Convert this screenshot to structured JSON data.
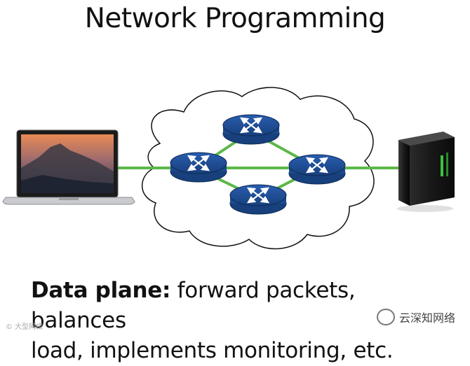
{
  "title": "Network Programming",
  "caption": {
    "lead": "Data plane:",
    "line1_rest": " forward packets, balances",
    "line2": "load, implements monitoring, etc."
  },
  "watermark": {
    "left": "© 大型网络",
    "right": "云深知网络"
  },
  "colors": {
    "link": "#5cb848",
    "router": "#234f96",
    "router_top": "#2d62b4",
    "cloud_stroke": "#111111"
  },
  "nodes": [
    {
      "id": "router-top",
      "type": "router"
    },
    {
      "id": "router-left",
      "type": "router"
    },
    {
      "id": "router-right",
      "type": "router"
    },
    {
      "id": "router-bottom",
      "type": "router"
    },
    {
      "id": "laptop",
      "type": "laptop-icon"
    },
    {
      "id": "server",
      "type": "server-icon"
    }
  ],
  "links": [
    [
      "laptop",
      "router-left"
    ],
    [
      "router-left",
      "router-top"
    ],
    [
      "router-left",
      "router-right"
    ],
    [
      "router-left",
      "router-bottom"
    ],
    [
      "router-top",
      "router-right"
    ],
    [
      "router-bottom",
      "router-right"
    ],
    [
      "router-right",
      "server"
    ]
  ]
}
